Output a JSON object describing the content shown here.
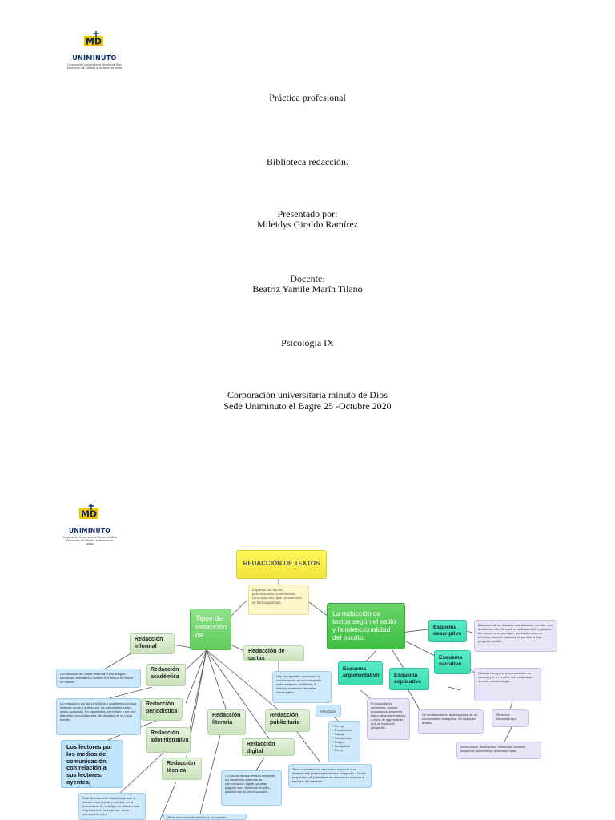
{
  "cover": {
    "logo_brand": "UNIMINUTO",
    "logo_sub": [
      "Corporación Universitaria Minuto de Dios",
      "Educación de Calidad al alcance de todos"
    ],
    "title": "Práctica profesional",
    "subject": "Biblioteca  redacción.",
    "presented_label": "Presentado por:",
    "presented_name": "Mileidys Giraldo Ramírez",
    "teacher_label": "Docente:",
    "teacher_name": "Beatriz Yamile Marín Tilano",
    "program": "Psicología IX",
    "institution": "Corporación universitaria minuto de Dios",
    "place_date": "Sede Uniminuto el Bagre 25 -Octubre 2020"
  },
  "map": {
    "logo_brand": "UNIMINUTO",
    "logo_sub": [
      "Corporación Universitaria Minuto de Dios",
      "Educación de Calidad al alcance de todos"
    ],
    "root": "REDACCIÓN DE TEXTOS",
    "root_desc": "Expresar por escrito pensamientos, sentimientos, conocimientos, que previamente se han organizado.",
    "tipos": "Tipos de redacción de",
    "estilo": "La redacción de textos según el estilo y la intencionalidad del escrito.",
    "informal": "Redacción informal",
    "academica": "Redacción académica",
    "periodistica": "Redacción periodística",
    "administrativa": "Redacción administrativa",
    "tecnica": "Redacción técnica",
    "literaria": "Redacción literaria",
    "publicitaria": "Redacción publicitaria",
    "digital": "Redacción digital",
    "cartas": "Redacción de cartas",
    "informal_desc": "La redacción de cartas relativas a sus amigos, contactos, familiares o incluso a el mismo en forma de diarios.",
    "academica_desc": "La evaluación por los científicos o académicos en sus distintas áreas o incluso por los estudiantes en un grado avanzado. Se caracteriza por el rigor y por una estructura muy elaborada, del apartado el yo y sus fuentes.",
    "lectores": "Los lectores por los medios de comunicación con relación a sus lectores, oyentes, espectadores.",
    "administrativa_desc": "Está directamente relacionada con el mundo empresarial y consiste en la elaboración de todo tipo de documentos empleados en la empresa, como intercambio entre",
    "literaria_desc": "Tiene una vocación artística y se expresa",
    "digital_desc": "Lo que se lleva a término mediante los modernos sistemas de comunicación digital, ya sean páginas web, teléfonos móviles, plataformas de video sociales.",
    "cartas_desc": "Hay dos grandes apartados, la comunicación de comunicación entre amigos o familiares, la llamada redacción de cartas comerciales.",
    "estructura": "estructura",
    "estructura_items": [
      "* Fecha",
      "* Encabezado",
      "* Saludo",
      "* Introducción",
      "* Cuerpo",
      "* Despedida",
      "* Firma"
    ],
    "publicitaria_desc": "Tiene una intención vendedora respecto a un determinado producto en base a eslóganes o textos muy cortos de posibilidad de eficacia en relación al receptor del mensaje.",
    "esq_descriptivo": "Esquema descriptivo",
    "esq_narrativo": "Esquema narrativo",
    "esq_argumentativo": "Esquema argumentativo",
    "esq_explicativo": "Esquema explicativo",
    "descriptivo_desc": "Básicamente se describe una situación, un sitio, una apariencia, etc. Se basa en la traducción lingüística del mundo real, para que, mediante nuestros sentidos, seamos capaces de percibir la más pequeña posible.",
    "narrativo_desc": "Situación temporal y sus sucesión es contada por el escritor con peripecias, novelas o dramaturgia.",
    "estructura_tipo": "Tiene una estructura tipo",
    "narrativo_tipo": "Introducción, descripción, desarrollo, conflicto, desarrollo del conflicto, desenlace final.",
    "argumentativo_desc": "El propósito es convencer, seducir, proponer un esquema lógico de argumentación a favor de alguna tesis que se explica el desarrollo.",
    "explicativo_desc": "Se fundamenta en la divulgación de un conocimiento cualquiera, en cualquier ámbito."
  }
}
